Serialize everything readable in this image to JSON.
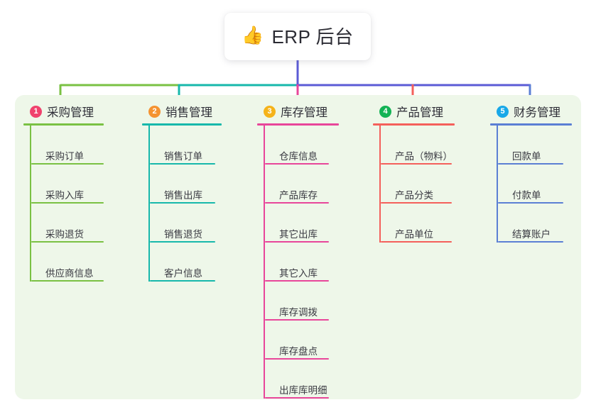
{
  "root": {
    "icon": "thumbs-up-icon",
    "icon_glyph": "👍",
    "title": "ERP 后台"
  },
  "theme": {
    "page_background": "#ffffff",
    "panel_background": "#eef7e9",
    "card_background": "#ffffff",
    "text_color": "#2f2f38",
    "trunk_color": "#5b5bd6"
  },
  "columns": [
    {
      "number": "1",
      "title": "采购管理",
      "badge_color": "#f0426d",
      "line_color": "#7ac143",
      "items": [
        {
          "label": "采购订单"
        },
        {
          "label": "采购入库"
        },
        {
          "label": "采购退货"
        },
        {
          "label": "供应商信息"
        }
      ]
    },
    {
      "number": "2",
      "title": "销售管理",
      "badge_color": "#f59331",
      "line_color": "#17b8ab",
      "items": [
        {
          "label": "销售订单"
        },
        {
          "label": "销售出库"
        },
        {
          "label": "销售退货"
        },
        {
          "label": "客户信息"
        }
      ]
    },
    {
      "number": "3",
      "title": "库存管理",
      "badge_color": "#f5b31a",
      "line_color": "#e8469a",
      "items": [
        {
          "label": "仓库信息"
        },
        {
          "label": "产品库存"
        },
        {
          "label": "其它出库"
        },
        {
          "label": "其它入库"
        },
        {
          "label": "库存调拨"
        },
        {
          "label": "库存盘点"
        },
        {
          "label": "出库库明细"
        }
      ]
    },
    {
      "number": "4",
      "title": "产品管理",
      "badge_color": "#13b355",
      "line_color": "#f4605b",
      "items": [
        {
          "label": "产品（物料）"
        },
        {
          "label": "产品分类"
        },
        {
          "label": "产品单位"
        }
      ]
    },
    {
      "number": "5",
      "title": "财务管理",
      "badge_color": "#18a8e8",
      "line_color": "#5b7fd4",
      "items": [
        {
          "label": "回款单"
        },
        {
          "label": "付款单"
        },
        {
          "label": "结算账户"
        }
      ]
    }
  ]
}
